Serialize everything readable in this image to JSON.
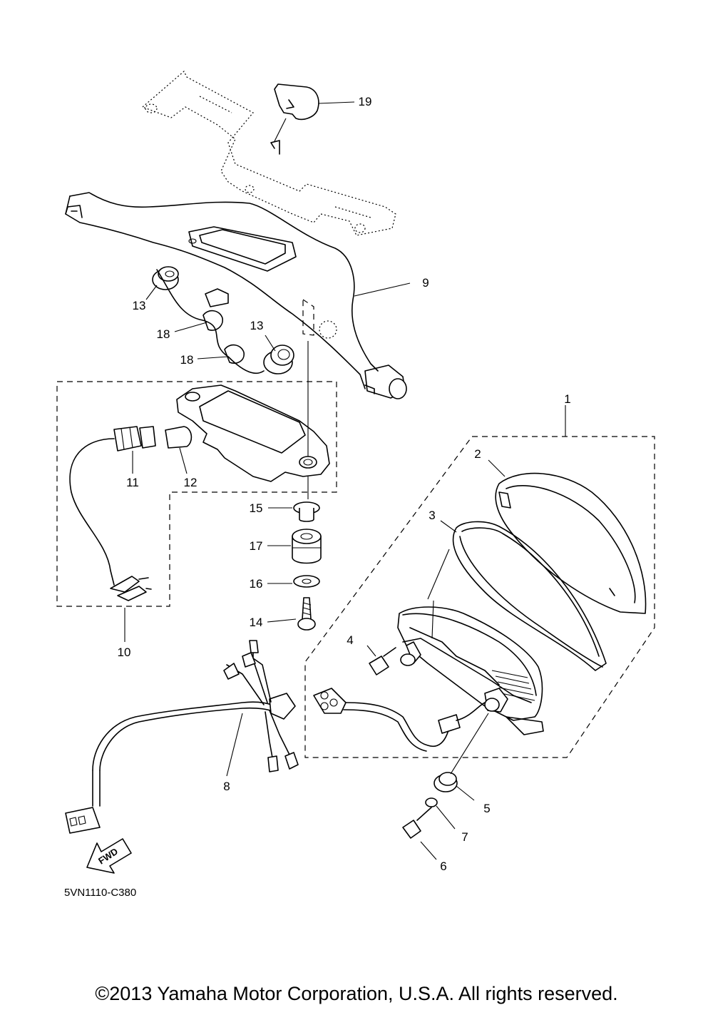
{
  "diagram": {
    "labels": [
      {
        "id": "1",
        "text": "1"
      },
      {
        "id": "2",
        "text": "2"
      },
      {
        "id": "3",
        "text": "3"
      },
      {
        "id": "4",
        "text": "4"
      },
      {
        "id": "5",
        "text": "5"
      },
      {
        "id": "6",
        "text": "6"
      },
      {
        "id": "7",
        "text": "7"
      },
      {
        "id": "8",
        "text": "8"
      },
      {
        "id": "9",
        "text": "9"
      },
      {
        "id": "10",
        "text": "10"
      },
      {
        "id": "11",
        "text": "11"
      },
      {
        "id": "12",
        "text": "12"
      },
      {
        "id": "13a",
        "text": "13"
      },
      {
        "id": "13b",
        "text": "13"
      },
      {
        "id": "14",
        "text": "14"
      },
      {
        "id": "15",
        "text": "15"
      },
      {
        "id": "16",
        "text": "16"
      },
      {
        "id": "17",
        "text": "17"
      },
      {
        "id": "18a",
        "text": "18"
      },
      {
        "id": "18b",
        "text": "18"
      },
      {
        "id": "19",
        "text": "19"
      }
    ],
    "fwd_arrow_text": "FWD",
    "drawing_code": "5VN1110-C380"
  },
  "footer": {
    "copyright": "©2013 Yamaha Motor Corporation, U.S.A. All rights reserved."
  }
}
